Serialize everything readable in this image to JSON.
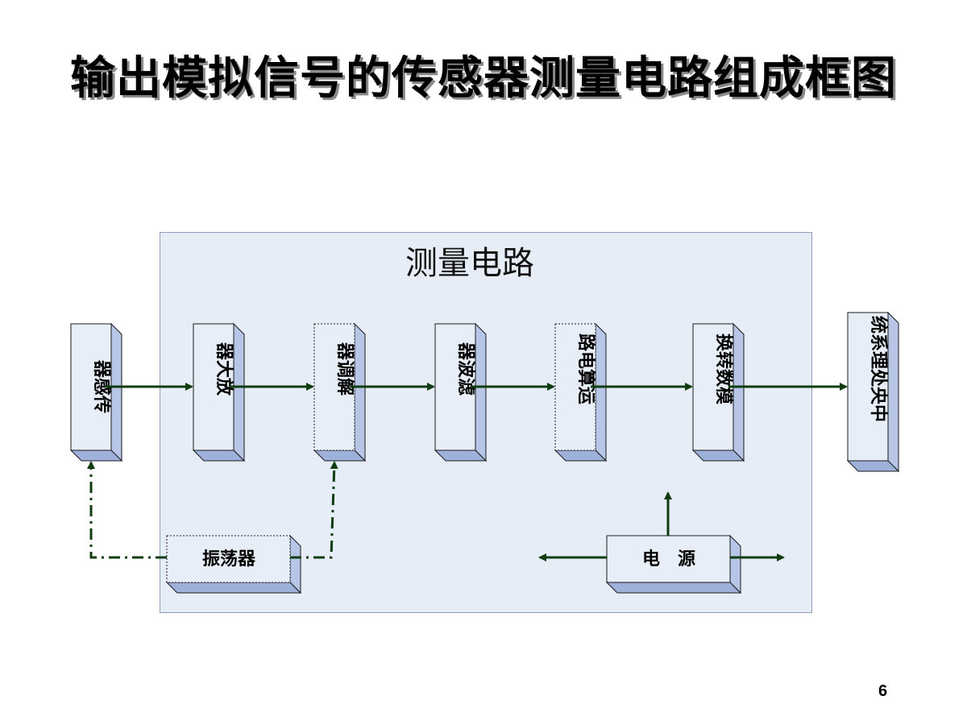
{
  "title": "输出模拟信号的传感器测量电路组成框图",
  "panel_label": "测量电路",
  "blocks": {
    "sensor": "器感传",
    "amplifier": "器大放",
    "demodulator": "器调解",
    "filter": "器波滤",
    "arithmetic": "路电算运",
    "adc": "换转数模",
    "cpu": "统系理处央中",
    "oscillator": "振荡器",
    "power": "电　源"
  },
  "page_number": "6"
}
